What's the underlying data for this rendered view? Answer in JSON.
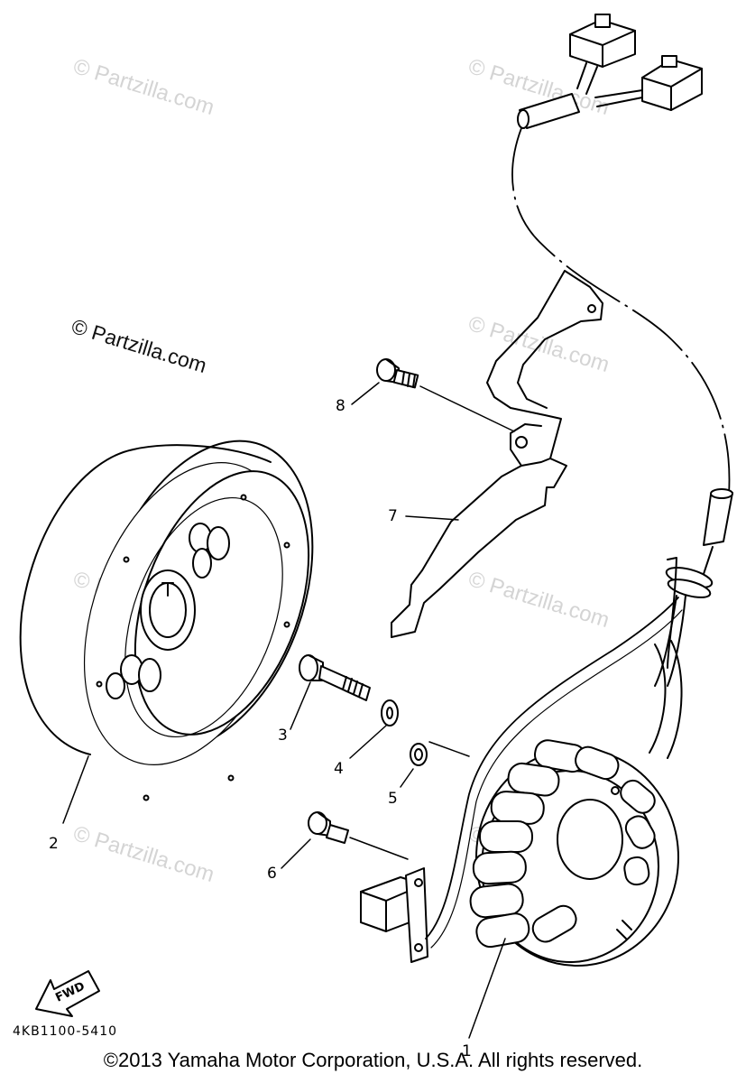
{
  "watermark_text": "© Partzilla.com",
  "parts": [
    {
      "num": "1"
    },
    {
      "num": "2"
    },
    {
      "num": "3"
    },
    {
      "num": "4"
    },
    {
      "num": "5"
    },
    {
      "num": "6"
    },
    {
      "num": "7"
    },
    {
      "num": "8"
    }
  ],
  "fwd_label": "FWD",
  "diagram_code": "4KB1100-5410",
  "copyright": "©2013 Yamaha Motor Corporation, U.S.A. All rights reserved."
}
